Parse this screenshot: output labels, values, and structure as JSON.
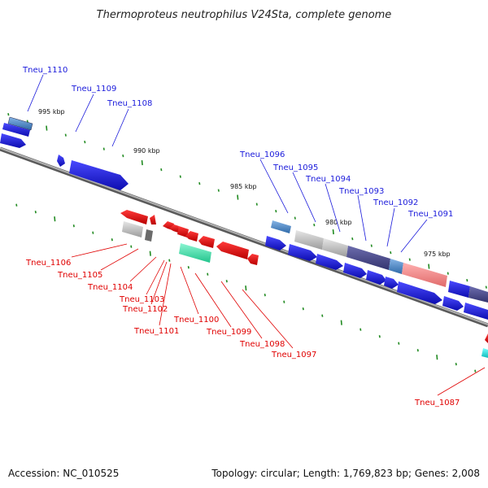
{
  "title": "Thermoproteus neutrophilus V24Sta, complete genome",
  "footer": {
    "accession": "Accession: NC_010525",
    "topology": "Topology: circular; Length: 1,769,823 bp; Genes: 2,008"
  },
  "colors": {
    "forward": "#1a1adb",
    "reverse": "#e00000",
    "backbone": "#888888",
    "tick": "#228b22",
    "gray_gene": "#bdbdbd",
    "dark_gene": "#4a4a90",
    "pink_gene": "#f08a8a",
    "teal_gene": "#3ee0a8",
    "steel_gene": "#4f86c0"
  },
  "position_labels": [
    "995 kbp",
    "990 kbp",
    "985 kbp",
    "980 kbp",
    "975 kbp"
  ],
  "forward_labels": [
    "Tneu_1110",
    "Tneu_1109",
    "Tneu_1108",
    "Tneu_1096",
    "Tneu_1095",
    "Tneu_1094",
    "Tneu_1093",
    "Tneu_1092",
    "Tneu_1091"
  ],
  "reverse_labels": [
    "Tneu_1106",
    "Tneu_1105",
    "Tneu_1104",
    "Tneu_1103",
    "Tneu_1102",
    "Tneu_1101",
    "Tneu_1100",
    "Tneu_1099",
    "Tneu_1098",
    "Tneu_1097",
    "Tneu_1087"
  ]
}
